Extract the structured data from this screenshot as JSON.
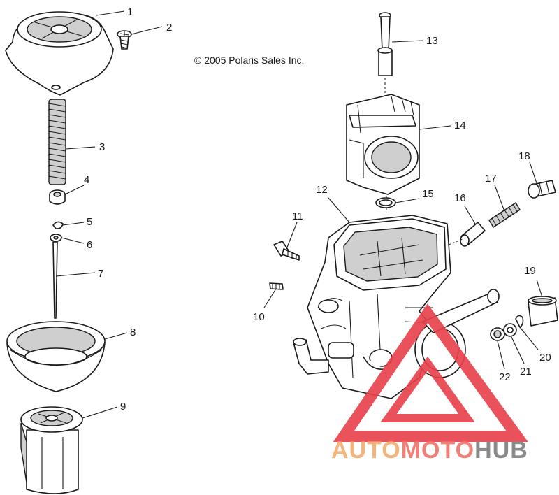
{
  "copyright": "© 2005 Polaris Sales Inc.",
  "callouts": [
    "1",
    "2",
    "3",
    "4",
    "5",
    "6",
    "7",
    "8",
    "9",
    "10",
    "11",
    "12",
    "13",
    "14",
    "15",
    "16",
    "17",
    "18",
    "19",
    "20",
    "21",
    "22"
  ],
  "watermark": {
    "part1": "AUTO",
    "part2": "MOTO",
    "part3": "HUB",
    "colors": {
      "auto": "#f5b47a",
      "moto": "#f07f78",
      "hub": "#8a8a8a",
      "logo": "#e8404a"
    }
  }
}
